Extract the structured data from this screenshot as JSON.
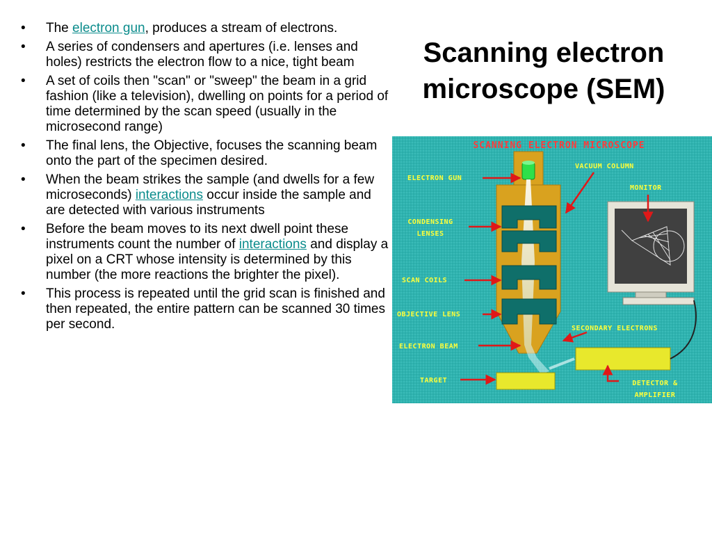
{
  "slide": {
    "title": "Scanning electron microscope (SEM)",
    "link_color": "#0b8c8c",
    "bullets": [
      {
        "parts": [
          {
            "text": "The "
          },
          {
            "text": "electron gun",
            "link": true
          },
          {
            "text": ", produces a stream of electrons."
          }
        ]
      },
      {
        "parts": [
          {
            "text": "A series of condensers and apertures (i.e. lenses and holes) restricts the electron flow to a nice, tight beam"
          }
        ]
      },
      {
        "parts": [
          {
            "text": "A set of coils then \"scan\" or \"sweep\" the beam in a grid fashion (like a television), dwelling on points for a period of time determined by the scan speed (usually in the microsecond range)"
          }
        ]
      },
      {
        "parts": [
          {
            "text": "The final lens, the Objective, focuses the scanning beam onto the part of the specimen desired."
          }
        ]
      },
      {
        "parts": [
          {
            "text": "When the beam strikes the sample (and dwells for a few microseconds) "
          },
          {
            "text": "interactions",
            "link": true
          },
          {
            "text": " occur inside the sample and are detected with various instruments"
          }
        ]
      },
      {
        "parts": [
          {
            "text": "Before the beam moves to its next dwell point these instruments count the number of "
          },
          {
            "text": "interactions",
            "link": true
          },
          {
            "text": " and display a pixel on a CRT whose intensity is determined by this number (the more reactions the brighter the pixel)."
          }
        ]
      },
      {
        "parts": [
          {
            "text": "This process is repeated until the grid scan is finished and then repeated, the entire pattern can be scanned 30 times per second."
          }
        ]
      }
    ]
  },
  "diagram": {
    "title": "SCANNING ELECTRON MICROSCOPE",
    "labels": {
      "electron_gun": "ELECTRON GUN",
      "vacuum_column": "VACUUM COLUMN",
      "monitor": "MONITOR",
      "condensing_lenses_1": "CONDENSING",
      "condensing_lenses_2": "LENSES",
      "scan_coils": "SCAN COILS",
      "objective_lens": "OBJECTIVE LENS",
      "secondary_electrons": "SECONDARY ELECTRONS",
      "electron_beam": "ELECTRON BEAM",
      "target": "TARGET",
      "detector_1": "DETECTOR &",
      "detector_2": "AMPLIFIER"
    },
    "colors": {
      "background": "#2fb3b0",
      "column": "#d9a21f",
      "lens": "#0f6f6a",
      "label": "#ffff3a",
      "title": "#ff3a3a",
      "arrow": "#e01818",
      "detector": "#e8e82c"
    }
  }
}
